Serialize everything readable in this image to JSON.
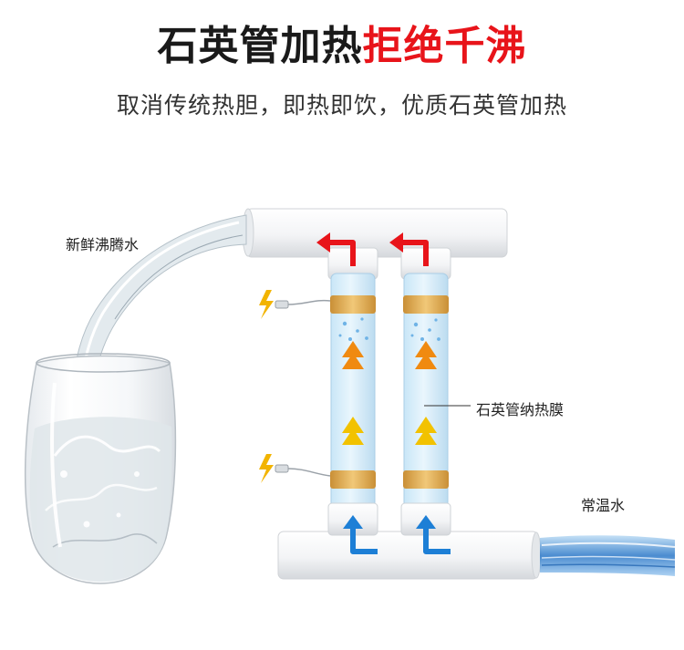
{
  "title": {
    "part1": "石英管加热",
    "part2": "拒绝千沸"
  },
  "subtitle": "取消传统热胆，即热即饮，优质石英管加热",
  "labels": {
    "outlet": "新鲜沸腾水",
    "film": "石英管纳热膜",
    "inlet": "常温水"
  },
  "colors": {
    "highlight": "#e8141a",
    "hot_arrow": "#e8141a",
    "cold_arrow": "#1d7fd6",
    "band": "#e3b25a",
    "flow_arrow_lower": "#f2c200",
    "flow_arrow_upper": "#f08a10",
    "bolt": "#f2b400"
  },
  "icons": [
    "lightning-icon",
    "hot-water-arrow-icon",
    "cold-water-arrow-icon",
    "upflow-chevron-icon",
    "glass-icon"
  ]
}
